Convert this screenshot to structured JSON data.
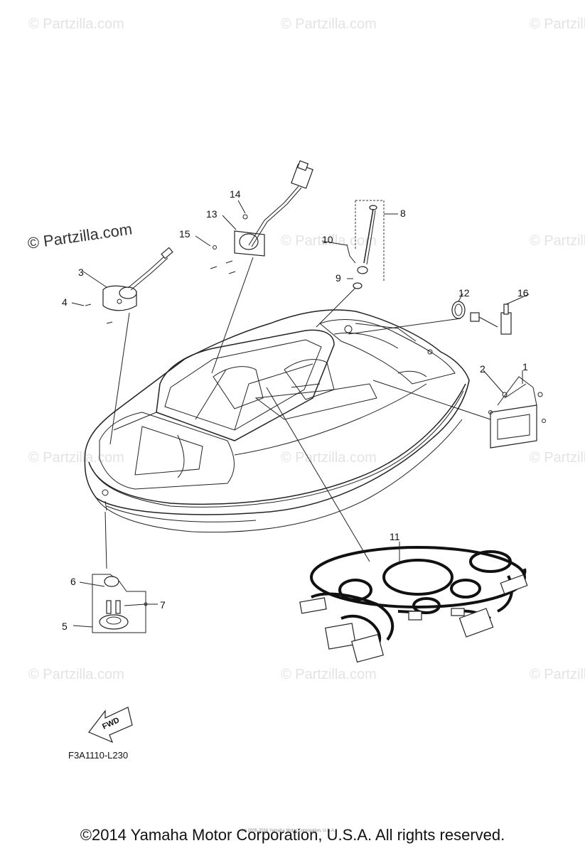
{
  "watermarks": {
    "main": "© Partzilla.com",
    "faint": "© Partzilla.com"
  },
  "callouts": {
    "c1": "1",
    "c2": "2",
    "c3": "3",
    "c4": "4",
    "c5": "5",
    "c6": "6",
    "c7": "7",
    "c8": "8",
    "c9": "9",
    "c10": "10",
    "c11": "11",
    "c12": "12",
    "c13": "13",
    "c14": "14",
    "c15": "15",
    "c16": "16"
  },
  "fwd_label": "FWD",
  "diagram_code": "F3A1110-L230",
  "small_copyright": "(c) 2005-2016 Yamaha Motor Corporation, U.S.A.",
  "copyright": "©2014 Yamaha Motor Corporation, U.S.A. All rights reserved."
}
